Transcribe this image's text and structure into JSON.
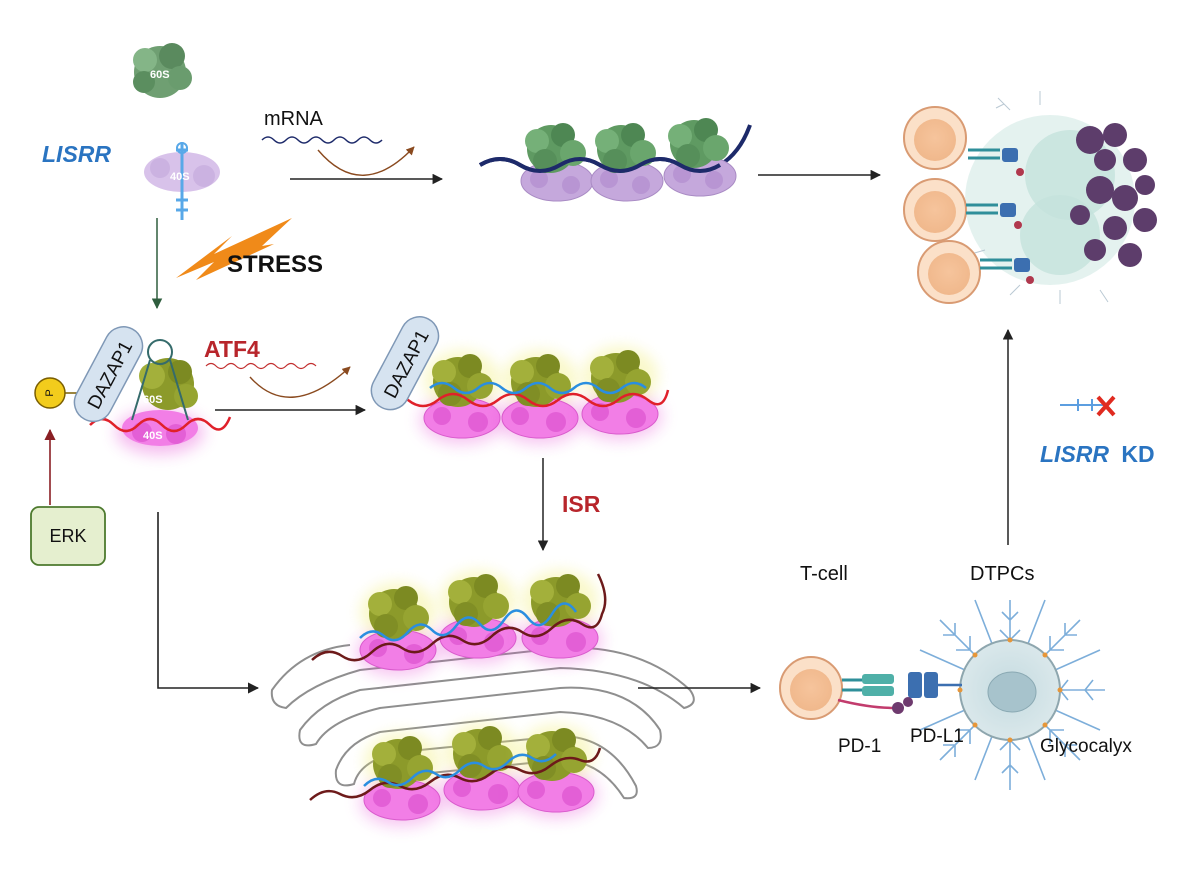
{
  "labels": {
    "lisrr": "LISRR",
    "mrna": "mRNA",
    "stress": "STRESS",
    "atf4": "ATF4",
    "isr": "ISR",
    "erk": "ERK",
    "phospho": "P",
    "dazap1": "DAZAP1",
    "s60": "60S",
    "s40": "40S",
    "t_cell": "T-cell",
    "dtpcs": "DTPCs",
    "pd1": "PD-1",
    "pdl1": "PD-L1",
    "glycocalyx": "Glycocalyx",
    "kd_gene": "LISRR",
    "kd_suffix": "KD"
  },
  "colors": {
    "ribosome_green": "#5f9a62",
    "ribosome_purple": "#c5a8dc",
    "stressed_olive": "#8c9a2a",
    "stressed_pink": "#e651d6",
    "lisrr_blue": "#2a74c1",
    "accent_red": "#b8252b",
    "stress_orange": "#f08a19",
    "erk_green": "#e5efcf",
    "phospho_yellow": "#f2cc1c",
    "tumor_purple": "#5d3d6b",
    "glyco_blue": "#6fa6d6"
  }
}
